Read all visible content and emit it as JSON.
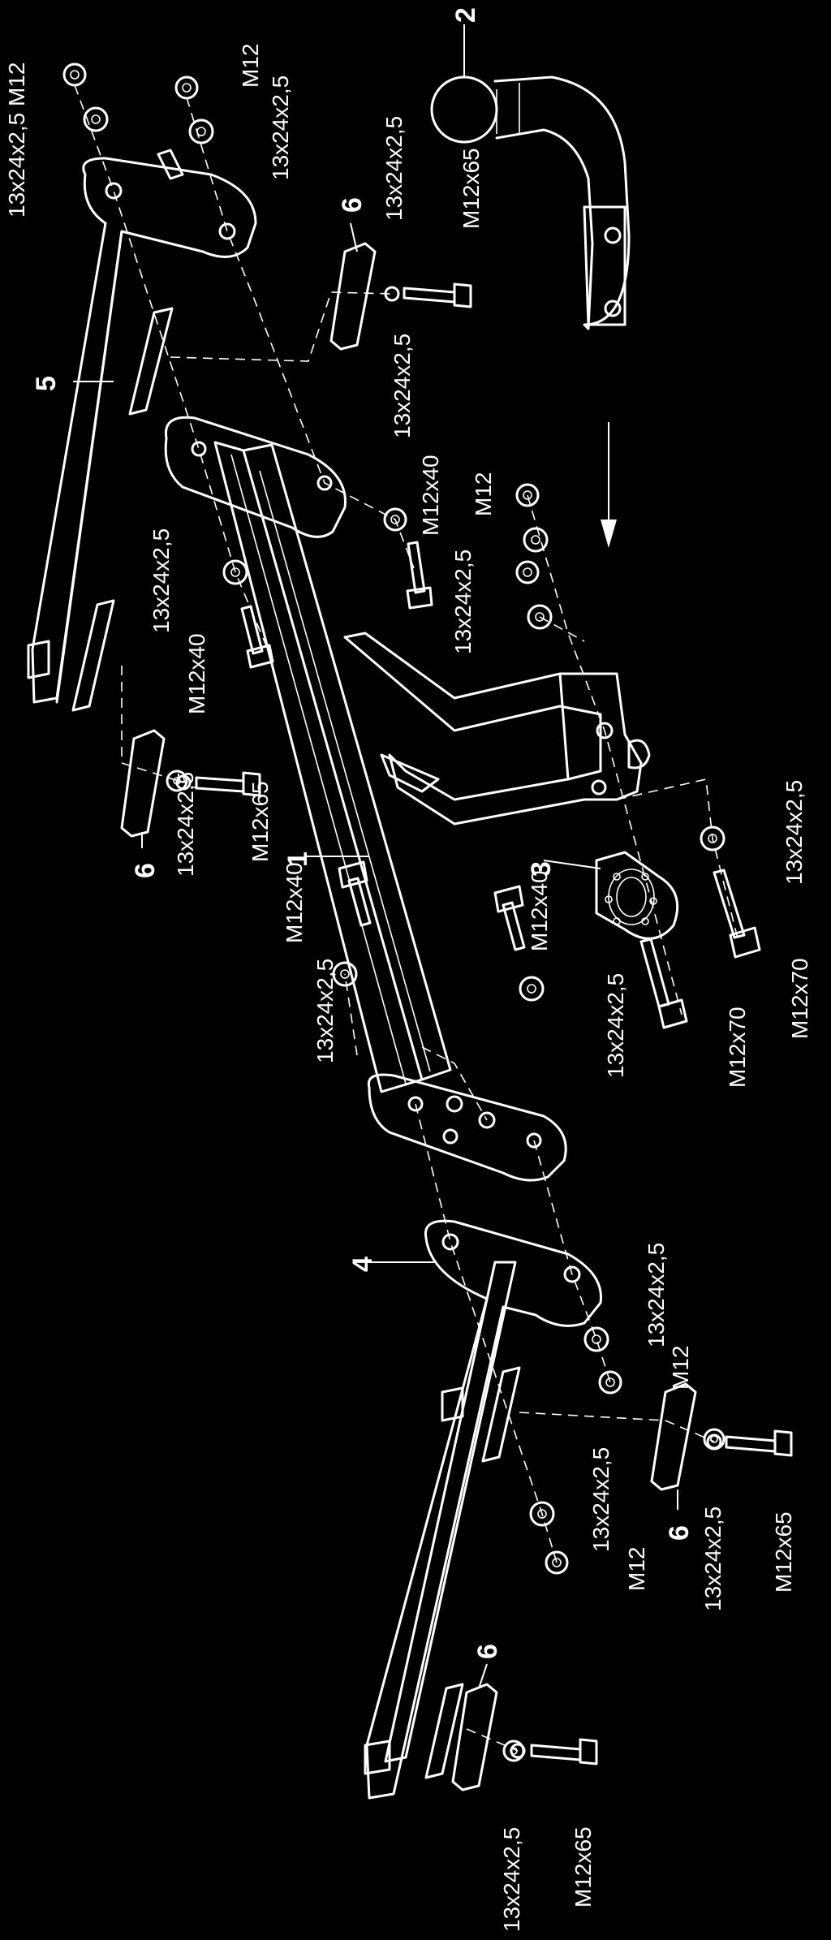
{
  "colors": {
    "background": "#000000",
    "ink": "#ffffff"
  },
  "part_numbers": {
    "p1": "1",
    "p2": "2",
    "p3": "3",
    "p4": "4",
    "p5": "5",
    "p6_top": "6",
    "p6_left": "6",
    "p6_mid": "6",
    "p6_bottom": "6"
  },
  "labels": {
    "s01": "13x24x2,5 M12",
    "s02": "M12",
    "s03": "13x24x2,5",
    "s04": "13x24x2,5",
    "s05": "M12x65",
    "s06": "13x24x2,5",
    "s07": "M12x40",
    "s08": "M12",
    "s09": "13x24x2,5",
    "s10": "13x24x2,5",
    "s11": "M12x40",
    "s12": "13x24x2,5",
    "s13": "M12x65",
    "s14": "M12x40",
    "s15": "13x24x2,5",
    "s16": "M12x40",
    "s17": "13x24x2,5",
    "s18": "M12x70",
    "s19": "13x24x2,5",
    "s20": "M12x70",
    "s21": "13x24x2,5",
    "s22": "M12",
    "s23": "13x24x2,5",
    "s24": "M12",
    "s25": "13x24x2,5",
    "s26": "M12x65",
    "s27": "13x24x2,5",
    "s28": "M12x65"
  }
}
